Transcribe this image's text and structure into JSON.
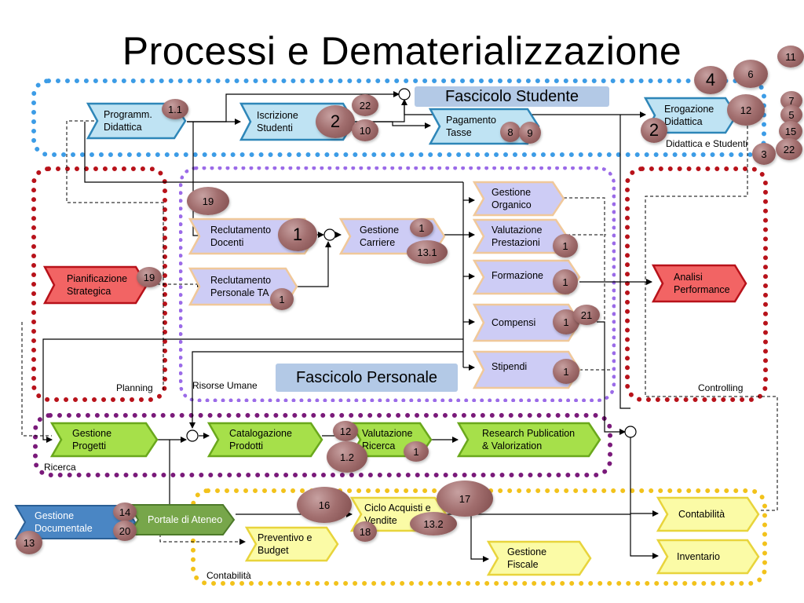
{
  "title": "Processi e Dematerializzazione",
  "banners": {
    "studente": "Fascicolo Studente",
    "personale": "Fascicolo Personale"
  },
  "group_labels": {
    "didattica": "Didattica e Studenti",
    "planning": "Planning",
    "risorse": "Risorse Umane",
    "controlling": "Controlling",
    "ricerca": "Ricerca",
    "contabilita": "Contabilità"
  },
  "colors": {
    "blue_group": "#3c9ce6",
    "red_group": "#b8121a",
    "purple_group": "#9b6be8",
    "ricerca_group": "#7a1a7a",
    "contab_group": "#f2c21b"
  },
  "nodes": {
    "programm": "Programm.\nDidattica",
    "iscrizione": "Iscrizione\nStudenti",
    "pagamento": "Pagamento\nTasse",
    "erogazione": "Erogazione\nDidattica",
    "pianificazione": "Pianificazione\nStrategica",
    "recl_docenti": "Reclutamento\nDocenti",
    "recl_ta": "Reclutamento\nPersonale TA",
    "gest_carriere": "Gestione\nCarriere",
    "gest_organico": "Gestione\nOrganico",
    "valutazione_prest": "Valutazione\nPrestazioni",
    "formazione": "Formazione",
    "compensi": "Compensi",
    "stipendi": "Stipendi",
    "analisi": "Analisi\nPerformance",
    "gest_progetti": "Gestione\nProgetti",
    "catalogazione": "Catalogazione\nProdotti",
    "valutazione_ric": "Valutazione\nRicerca",
    "research_pub": "Research Publication\n& Valorization",
    "gest_documentale": "Gestione\nDocumentale",
    "portale": "Portale di Ateneo",
    "preventivo": "Preventivo e\nBudget",
    "ciclo": "Ciclo Acquisti e\nVendite",
    "gest_fiscale": "Gestione\nFiscale",
    "contabilita": "Contabilità",
    "inventario": "Inventario"
  },
  "badges": {
    "b_1_1": "1.1",
    "b_22a": "22",
    "b_2a": "2",
    "b_10": "10",
    "b_8": "8",
    "b_9": "9",
    "b_4": "4",
    "b_6": "6",
    "b_11": "11",
    "b_12a": "12",
    "b_2b": "2",
    "b_7": "7",
    "b_5": "5",
    "b_15": "15",
    "b_3": "3",
    "b_22b": "22",
    "b_19a": "19",
    "b_1a": "1",
    "b_1b": "1",
    "b_13_1": "13.1",
    "b_19b": "19",
    "b_1c": "1",
    "b_1d": "1",
    "b_1e": "1",
    "b_1f": "1",
    "b_21": "21",
    "b_1g": "1",
    "b_12b": "12",
    "b_1_2": "1.2",
    "b_1h": "1",
    "b_16": "16",
    "b_17": "17",
    "b_13_2": "13.2",
    "b_18": "18",
    "b_14": "14",
    "b_20": "20",
    "b_13": "13"
  }
}
